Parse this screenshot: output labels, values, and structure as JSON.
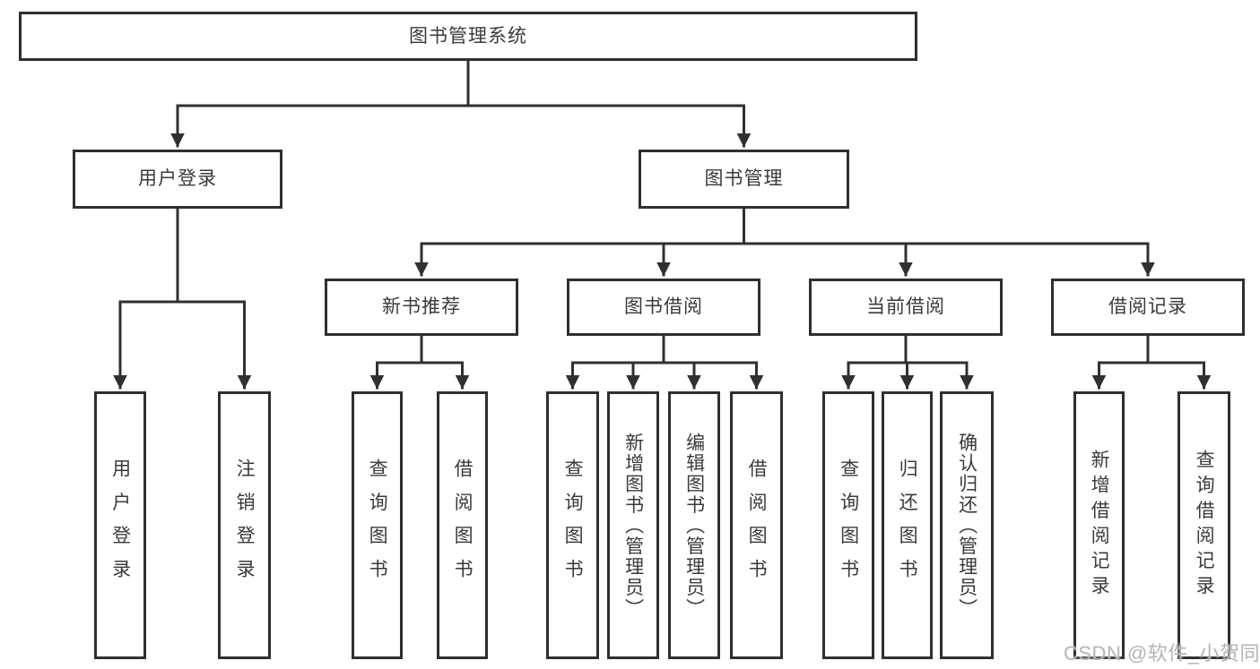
{
  "watermark": "CSDN @软件_小贺同学",
  "colors": {
    "line": "#303030",
    "box_border": "#2f2f2f",
    "box_background": "#ffffff",
    "text": "#3a3a3a",
    "watermark": "#b4b4b4"
  },
  "tree": {
    "id": "root",
    "label": "图书管理系统",
    "children": [
      {
        "id": "login",
        "label": "用户登录",
        "children": [
          {
            "id": "login-do",
            "label": "用户登录"
          },
          {
            "id": "logout",
            "label": "注销登录"
          }
        ]
      },
      {
        "id": "manage",
        "label": "图书管理",
        "children": [
          {
            "id": "recommend",
            "label": "新书推荐",
            "children": [
              {
                "id": "rec-query",
                "label": "查询图书"
              },
              {
                "id": "rec-borrow",
                "label": "借阅图书"
              }
            ]
          },
          {
            "id": "borrow",
            "label": "图书借阅",
            "children": [
              {
                "id": "bor-query",
                "label": "查询图书"
              },
              {
                "id": "bor-add",
                "label": "新增图书（管理员）"
              },
              {
                "id": "bor-edit",
                "label": "编辑图书（管理员）"
              },
              {
                "id": "bor-borrow",
                "label": "借阅图书"
              }
            ]
          },
          {
            "id": "current",
            "label": "当前借阅",
            "children": [
              {
                "id": "cur-query",
                "label": "查询图书"
              },
              {
                "id": "cur-return",
                "label": "归还图书"
              },
              {
                "id": "cur-confirm",
                "label": "确认归还（管理员）"
              }
            ]
          },
          {
            "id": "records",
            "label": "借阅记录",
            "children": [
              {
                "id": "rec-add-record",
                "label": "新增借阅记录"
              },
              {
                "id": "rec-query-record",
                "label": "查询借阅记录"
              }
            ]
          }
        ]
      }
    ]
  }
}
